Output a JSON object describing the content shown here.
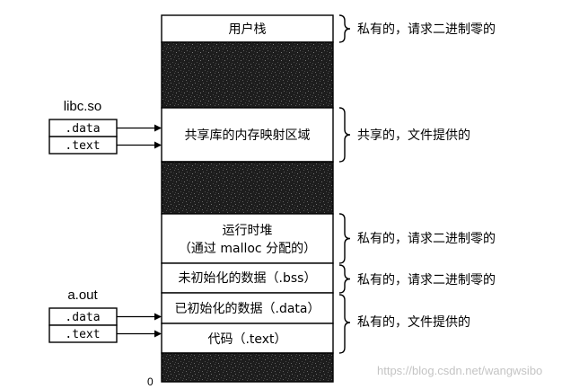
{
  "memory": {
    "user_stack": "用户栈",
    "shared_libs": "共享库的内存映射区域",
    "heap_line1": "运行时堆",
    "heap_line2": "（通过 malloc 分配的）",
    "bss": "未初始化的数据（.bss）",
    "data": "已初始化的数据（.data）",
    "text": "代码（.text）",
    "zero_address": "0"
  },
  "annotations": [
    "私有的，请求二进制零的",
    "共享的，文件提供的",
    "私有的，请求二进制零的",
    "私有的，请求二进制零的",
    "私有的，文件提供的"
  ],
  "files": [
    {
      "name": "libc.so",
      "sections": [
        ".data",
        ".text"
      ]
    },
    {
      "name": "a.out",
      "sections": [
        ".data",
        ".text"
      ]
    }
  ],
  "watermark": "https://blog.csdn.net/wangwsibo"
}
